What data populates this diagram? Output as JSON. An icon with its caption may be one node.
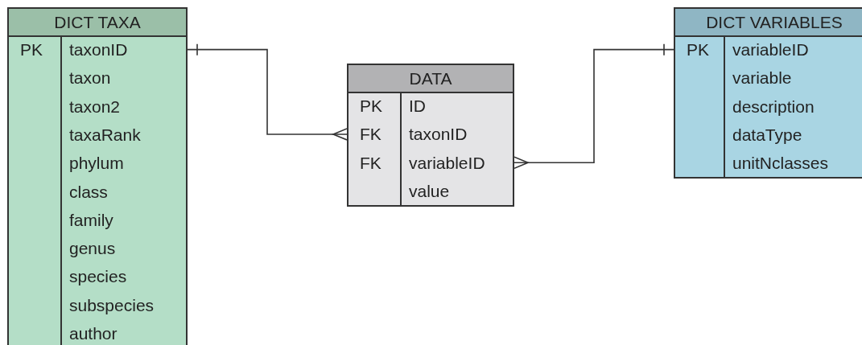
{
  "diagram": {
    "nodes": [
      {
        "text": [
          "DICT TAXA"
        ]
      },
      {
        "text": [
          "PK",
          "taxonID"
        ],
        "in": 0
      },
      {
        "text": [
          "taxon"
        ],
        "in": 0
      },
      {
        "text": [
          "taxon2"
        ],
        "in": 0
      },
      {
        "text": [
          "taxaRank"
        ],
        "in": 0
      },
      {
        "text": [
          "phylum"
        ],
        "in": 0
      },
      {
        "text": [
          "class"
        ],
        "in": 0
      },
      {
        "text": [
          "family"
        ],
        "in": 0
      },
      {
        "text": [
          "genus"
        ],
        "in": 0
      },
      {
        "text": [
          "species"
        ],
        "in": 0
      },
      {
        "text": [
          "subspecies"
        ],
        "in": 0
      },
      {
        "text": [
          "author"
        ],
        "in": 0
      },
      {
        "text": [
          "DATA"
        ]
      },
      {
        "text": [
          "PK",
          "ID"
        ],
        "in": 12
      },
      {
        "text": [
          "FK",
          "taxonID"
        ],
        "in": 12
      },
      {
        "text": [
          "FK",
          "variableID"
        ],
        "in": 12
      },
      {
        "text": [
          "value"
        ],
        "in": 12
      },
      {
        "text": [
          "DICT VARIABLES"
        ]
      },
      {
        "text": [
          "PK",
          "variableID"
        ],
        "in": 17
      },
      {
        "text": [
          "variable"
        ],
        "in": 17
      },
      {
        "text": [
          "description"
        ],
        "in": 17
      },
      {
        "text": [
          "dataType"
        ],
        "in": 17
      },
      {
        "text": [
          "unitNclasses"
        ],
        "in": 17
      }
    ],
    "edges": [
      {
        "from": 1,
        "to": 14,
        "arrow": "other"
      },
      {
        "from": 18,
        "to": 15,
        "arrow": "other"
      }
    ]
  }
}
